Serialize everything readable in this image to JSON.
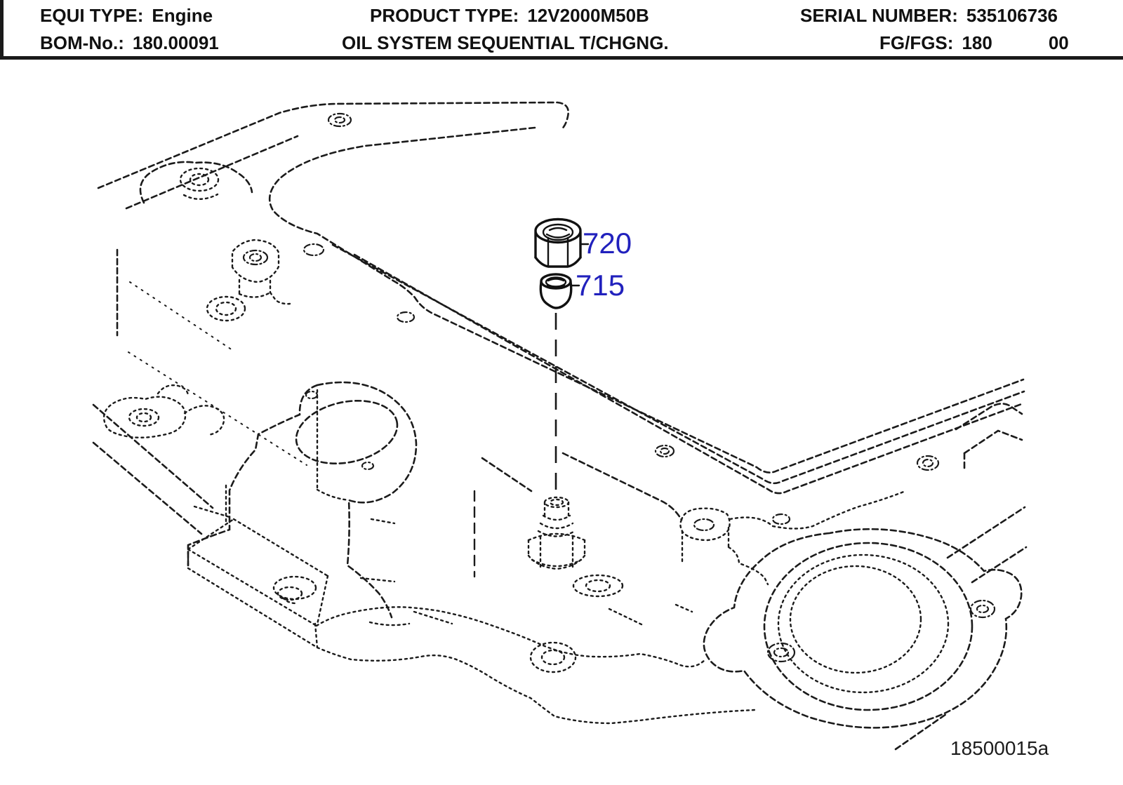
{
  "header": {
    "equi_type": {
      "label": "EQUI TYPE:",
      "value": "Engine"
    },
    "bom_no": {
      "label": "BOM-No.:",
      "value": "180.00091"
    },
    "product_type": {
      "label": "PRODUCT TYPE:",
      "value": "12V2000M50B"
    },
    "system_title": "OIL SYSTEM SEQUENTIAL T/CHGNG.",
    "serial_number": {
      "label": "SERIAL NUMBER:",
      "value": "535106736"
    },
    "fg_fgs": {
      "label": "FG/FGS:",
      "value": "180",
      "value2": "00"
    }
  },
  "drawing": {
    "number": "18500015a",
    "callouts": [
      {
        "label": "720",
        "shape": "hex-nut"
      },
      {
        "label": "715",
        "shape": "sealing-cup"
      }
    ],
    "colors": {
      "callout_blue": "#2121bd",
      "line_black": "#1b1b1b"
    }
  }
}
